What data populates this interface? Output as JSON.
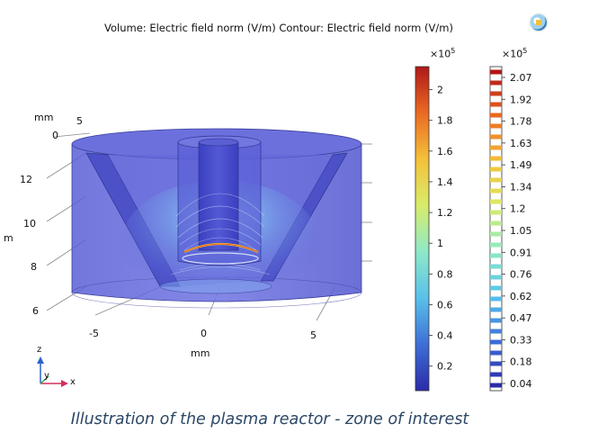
{
  "plot": {
    "title": "Volume: Electric field norm (V/m)  Contour: Electric field norm (V/m)",
    "axes": {
      "unit_label": "mm",
      "vertical_axis_letter": "m",
      "x_ticks": [
        "-5",
        "0",
        "5"
      ],
      "y_ticks": [
        "0",
        "5"
      ],
      "z_ticks": [
        "12",
        "10",
        "8",
        "6"
      ]
    },
    "triad": {
      "z": "z",
      "y": "y",
      "x": "x"
    }
  },
  "volume_colorbar": {
    "multiplier_base": "×10",
    "multiplier_exp": "5",
    "ticks": [
      "2",
      "1.8",
      "1.6",
      "1.4",
      "1.2",
      "1",
      "0.8",
      "0.6",
      "0.4",
      "0.2"
    ],
    "tick_values": [
      2,
      1.8,
      1.6,
      1.4,
      1.2,
      1,
      0.8,
      0.6,
      0.4,
      0.2
    ],
    "range": [
      0.04,
      2.15
    ],
    "colors": [
      "#2b2ba8",
      "#3e6fd6",
      "#59c1ea",
      "#8fe8c8",
      "#d8ec6a",
      "#f4c03a",
      "#ea6a22",
      "#b01818"
    ]
  },
  "contour_colorbar": {
    "multiplier_base": "×10",
    "multiplier_exp": "5",
    "ticks": [
      "2.07",
      "1.92",
      "1.78",
      "1.63",
      "1.49",
      "1.34",
      "1.2",
      "1.05",
      "0.91",
      "0.76",
      "0.62",
      "0.47",
      "0.33",
      "0.18",
      "0.04"
    ],
    "levels": 30
  },
  "caption": "Illustration of the plasma reactor - zone of interest"
}
